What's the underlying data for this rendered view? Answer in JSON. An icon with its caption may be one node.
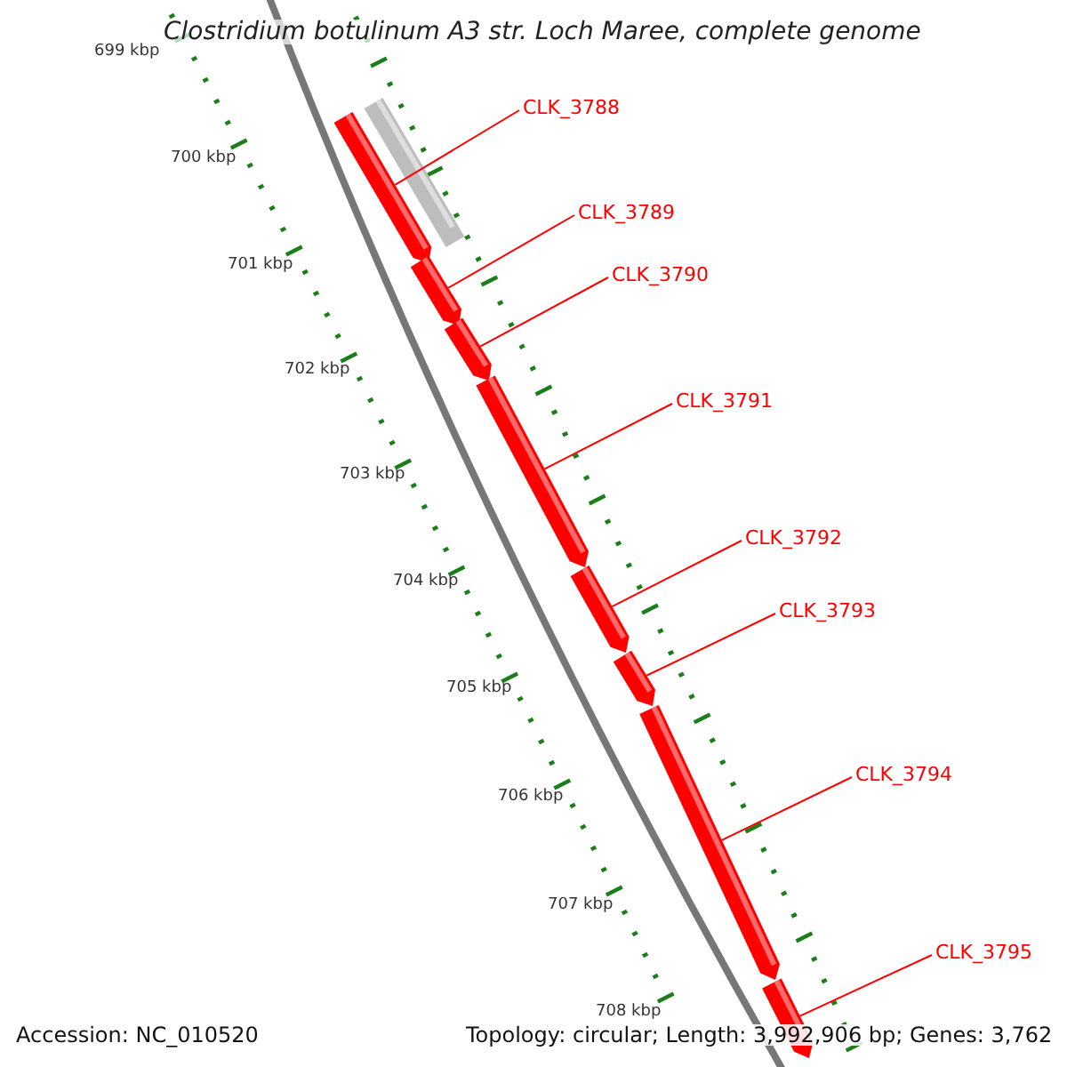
{
  "diagram": {
    "title": "Clostridium botulinum A3 str. Loch Maree, complete genome",
    "nodes": [
      {
        "text": [],
        "shape": "arrow"
      },
      {
        "text": [],
        "shape": "bar"
      },
      {
        "text": [],
        "shape": "arrow"
      },
      {
        "text": [],
        "shape": "arrow"
      },
      {
        "text": [],
        "shape": "arrow"
      },
      {
        "text": [],
        "shape": "arrow"
      },
      {
        "text": [],
        "shape": "arrow"
      },
      {
        "text": [],
        "shape": "arrow"
      },
      {
        "text": [],
        "shape": "arrow"
      },
      {
        "text": [
          "CLK_3788"
        ]
      },
      {
        "text": [
          "CLK_3789"
        ]
      },
      {
        "text": [
          "CLK_3790"
        ]
      },
      {
        "text": [
          "CLK_3791"
        ]
      },
      {
        "text": [
          "CLK_3792"
        ]
      },
      {
        "text": [
          "CLK_3793"
        ]
      },
      {
        "text": [
          "CLK_3794"
        ]
      },
      {
        "text": [
          "CLK_3795"
        ]
      }
    ],
    "edges": [
      {
        "from": 9,
        "to": 0,
        "arrow": "none"
      },
      {
        "from": 10,
        "to": 2,
        "arrow": "none"
      },
      {
        "from": 11,
        "to": 3,
        "arrow": "none"
      },
      {
        "from": 12,
        "to": 4,
        "arrow": "none"
      },
      {
        "from": 13,
        "to": 5,
        "arrow": "none"
      },
      {
        "from": 14,
        "to": 6,
        "arrow": "none"
      },
      {
        "from": 15,
        "to": 7,
        "arrow": "none"
      },
      {
        "from": 16,
        "to": 8,
        "arrow": "none"
      }
    ],
    "labels": [
      "699 kbp",
      "700 kbp",
      "701 kbp",
      "702 kbp",
      "703 kbp",
      "704 kbp",
      "705 kbp",
      "706 kbp",
      "707 kbp",
      "708 kbp",
      "Accession: NC_010520",
      "Topology: circular; Length: 3,992,906 bp; Genes: 3,762"
    ]
  }
}
